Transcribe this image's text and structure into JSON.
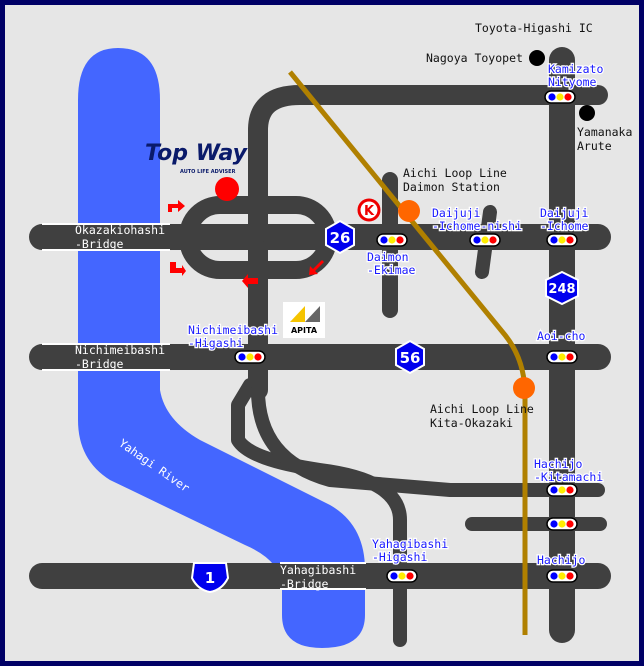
{
  "labels": {
    "toyota_higashi_ic": "Toyota-Higashi IC",
    "nagoya_toyopet": "Nagoya Toyopet",
    "yamanaka": "Yamanaka",
    "arute": "Arute",
    "aichi_loop_daimon_1": "Aichi Loop Line",
    "aichi_loop_daimon_2": "Daimon Station",
    "aichi_loop_kita_1": "Aichi Loop Line",
    "aichi_loop_kita_2": "Kita-Okazaki",
    "okazakiohashi_1": "Okazakiohashi",
    "okazakiohashi_2": "-Bridge",
    "nichimeibashi_1": "Nichimeibashi",
    "nichimeibashi_2": "-Bridge",
    "yahagibashi_1": "Yahagibashi",
    "yahagibashi_2": "-Bridge",
    "river": "Yahagi River"
  },
  "intersections": {
    "kamizato_1": "Kamizato",
    "kamizato_2": "Nityome",
    "daijuji_nishi_1": "Daijuji",
    "daijuji_nishi_2": "-Ichome-nishi",
    "daijuji_1": "Daijuji",
    "daijuji_2": "-Ichome",
    "daimon_1": "Daimon",
    "daimon_2": "-Ekimae",
    "nichimeibashi_higashi_1": "Nichimeibashi",
    "nichimeibashi_higashi_2": "-Higashi",
    "aoi_cho": "Aoi-cho",
    "hachijo_kitamachi_1": "Hachijo",
    "hachijo_kitamachi_2": "-Kitamachi",
    "hachijo": "Hachijo",
    "yahagibashi_higashi_1": "Yahagibashi",
    "yahagibashi_higashi_2": "-Higashi"
  },
  "routes": {
    "r26": "26",
    "r56": "56",
    "r248": "248",
    "r1": "1"
  },
  "logos": {
    "topway": "Top Way",
    "topway_sub": "AUTO LIFE ADVISER",
    "apita": "APITA",
    "circle_k": "K"
  },
  "colors": {
    "border": "#000066",
    "river": "#4466ff",
    "road": "#404040",
    "rail": "#b08000",
    "station": "#ff6600",
    "shield": "#0000ee"
  }
}
